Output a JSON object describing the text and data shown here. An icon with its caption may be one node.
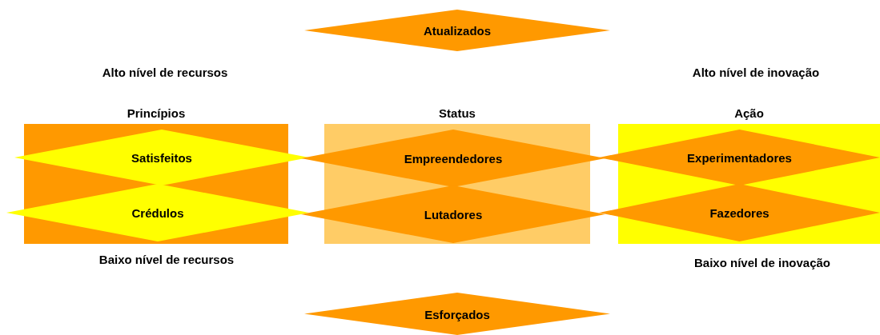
{
  "diagram": {
    "nodes": [
      {
        "text": [
          "Atualizados"
        ]
      },
      {
        "text": [
          "Princípios"
        ]
      },
      {
        "text": [
          "Status"
        ]
      },
      {
        "text": [
          "Ação"
        ]
      },
      {
        "text": [
          "Satisfeitos"
        ]
      },
      {
        "text": [
          "Crédulos"
        ]
      },
      {
        "text": [
          "Empreendedores"
        ]
      },
      {
        "text": [
          "Lutadores"
        ]
      },
      {
        "text": [
          "Experimentadores"
        ]
      },
      {
        "text": [
          "Fazedores"
        ]
      },
      {
        "text": [
          "Esforçados"
        ]
      }
    ],
    "labels": [
      "Alto nível de recursos",
      "Alto nível de inovação",
      "Baixo nível de recursos",
      "Baixo nível de inovação"
    ]
  }
}
